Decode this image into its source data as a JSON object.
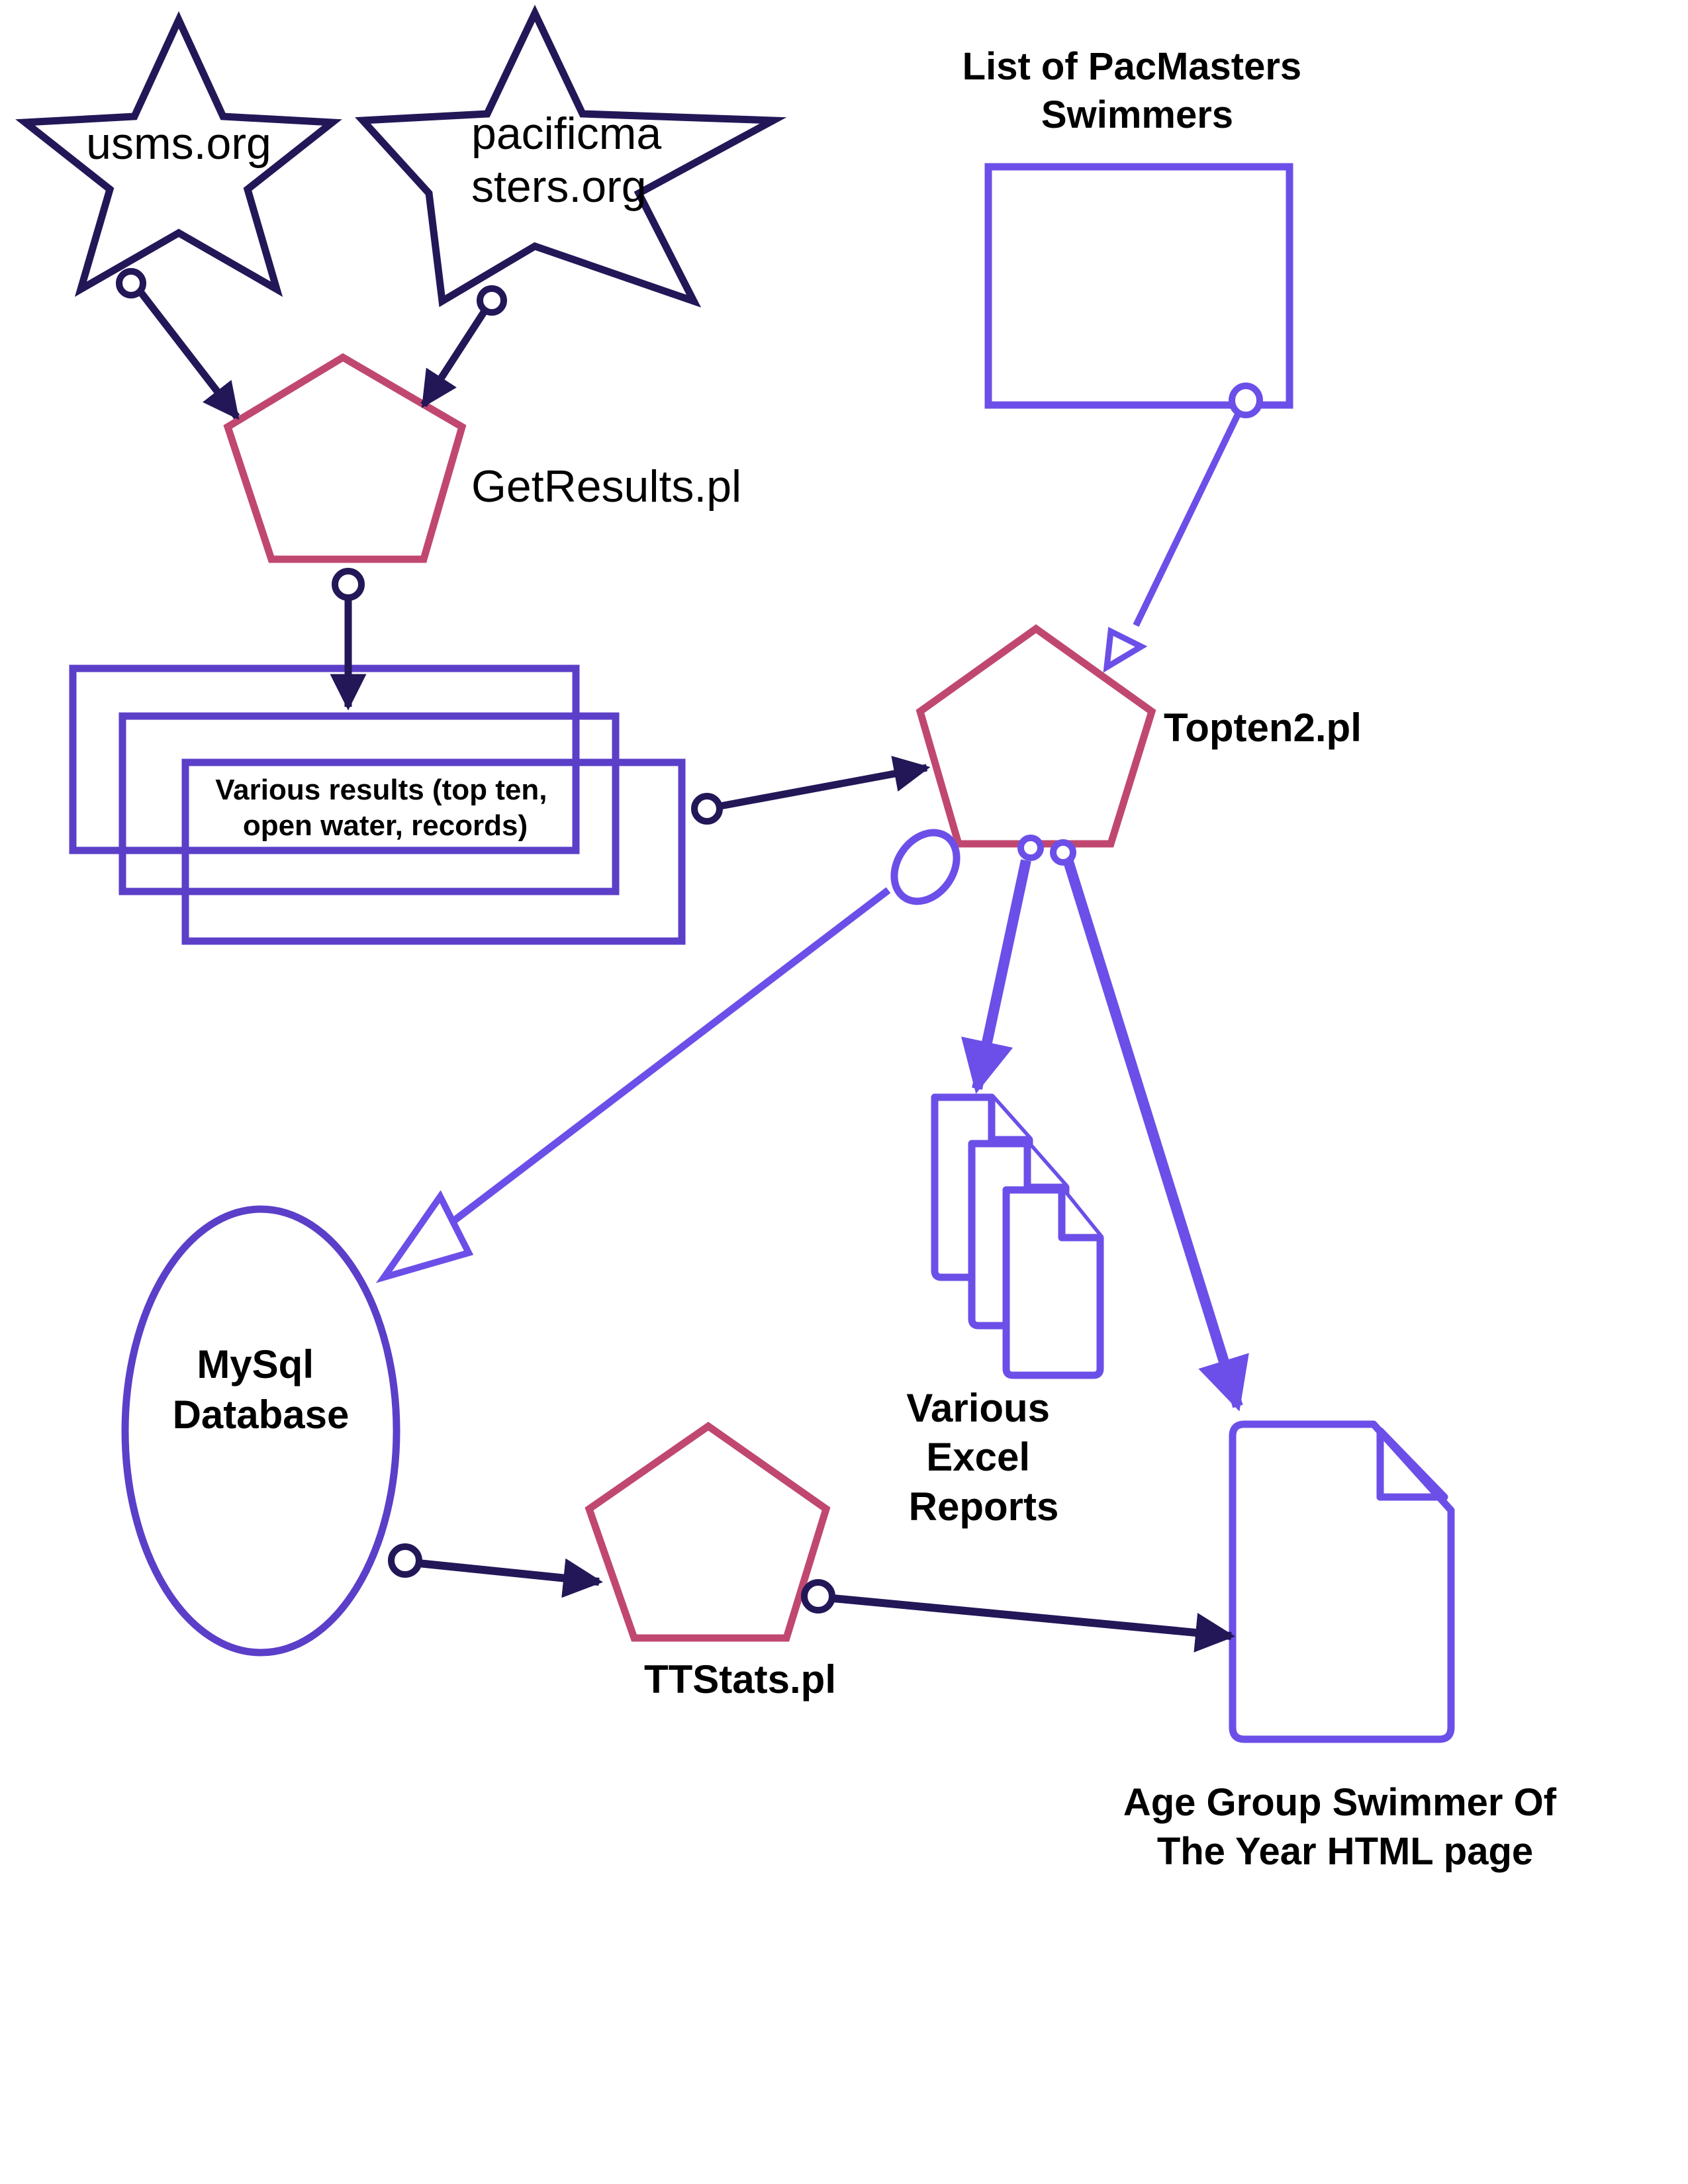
{
  "colors": {
    "navy": "#231758",
    "violet": "#6C4FE8",
    "rose": "#C04870",
    "text": "#000000",
    "background": "#FFFFFF"
  },
  "nodes": {
    "usms": {
      "shape": "star",
      "label_lines": [
        "usms.org"
      ]
    },
    "pacificmasters": {
      "shape": "star",
      "label_lines": [
        "pacificma",
        "sters.org"
      ]
    },
    "get_results": {
      "shape": "pentagon",
      "label": "GetResults.pl"
    },
    "results_stack": {
      "shape": "stacked-rectangles",
      "label_lines": [
        "Various results (top ten,",
        "open water, records)"
      ]
    },
    "swimmer_list": {
      "shape": "rectangle",
      "label_lines": [
        "List of PacMasters",
        "Swimmers"
      ]
    },
    "topten": {
      "shape": "pentagon",
      "label": "Topten2.pl"
    },
    "mysql": {
      "shape": "ellipse",
      "label_lines": [
        "MySql",
        "Database"
      ]
    },
    "excel_reports": {
      "shape": "stacked-documents",
      "label_lines": [
        "Various",
        "Excel",
        "Reports"
      ]
    },
    "ttstats": {
      "shape": "pentagon",
      "label": "TTStats.pl"
    },
    "html_page": {
      "shape": "document",
      "label_lines": [
        "Age Group Swimmer Of",
        "The Year HTML page"
      ]
    }
  },
  "edges": [
    {
      "from": "usms",
      "to": "get_results"
    },
    {
      "from": "pacificmasters",
      "to": "get_results"
    },
    {
      "from": "get_results",
      "to": "results_stack"
    },
    {
      "from": "results_stack",
      "to": "topten"
    },
    {
      "from": "swimmer_list",
      "to": "topten"
    },
    {
      "from": "topten",
      "to": "mysql"
    },
    {
      "from": "topten",
      "to": "excel_reports"
    },
    {
      "from": "topten",
      "to": "html_page"
    },
    {
      "from": "mysql",
      "to": "ttstats"
    },
    {
      "from": "ttstats",
      "to": "html_page"
    }
  ]
}
